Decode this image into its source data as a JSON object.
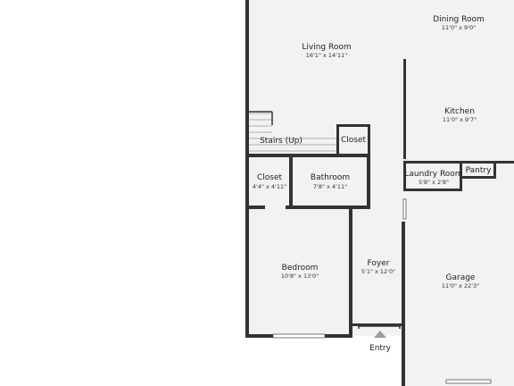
{
  "rooms": {
    "dining_room": {
      "name": "Dining Room",
      "dim": "11'0\" x 9'0\""
    },
    "living_room": {
      "name": "Living Room",
      "dim": "16'1\" x 14'11\""
    },
    "kitchen": {
      "name": "Kitchen",
      "dim": "11'0\" x 9'7\""
    },
    "stairs": {
      "name": "Stairs (Up)"
    },
    "closet_upper": {
      "name": "Closet"
    },
    "closet_lower": {
      "name": "Closet",
      "dim": "4'4\" x 4'11\""
    },
    "bathroom": {
      "name": "Bathroom",
      "dim": "7'8\" x 4'11\""
    },
    "laundry_room": {
      "name": "Laundry Room",
      "dim": "5'8\" x 2'8\""
    },
    "pantry": {
      "name": "Pantry"
    },
    "bedroom": {
      "name": "Bedroom",
      "dim": "10'8\" x 13'0\""
    },
    "foyer": {
      "name": "Foyer",
      "dim": "5'1\" x 12'0\""
    },
    "garage": {
      "name": "Garage",
      "dim": "11'0\" x 22'3\""
    }
  },
  "entry": {
    "label": "Entry"
  },
  "colors": {
    "floor": "#f2f2f2",
    "wall": "#333333",
    "background": "#ffffff"
  }
}
